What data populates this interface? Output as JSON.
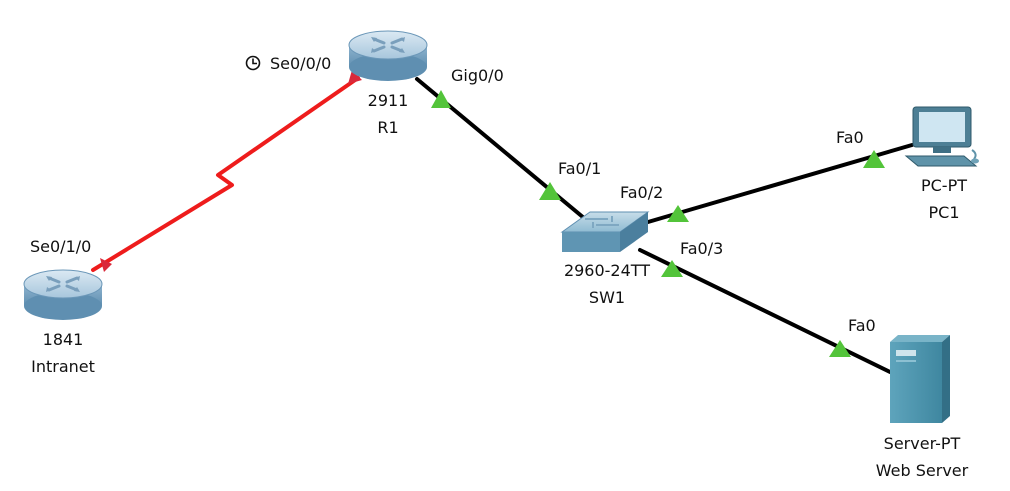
{
  "colors": {
    "ethernet_link": "#000000",
    "serial_link": "#ee1c1c",
    "link_up": "#53c43a",
    "serial_end": "#d9293a",
    "router_body": "#7ea9c6",
    "switch_body": "#6fa2bd",
    "server_body": "#4a8fa8"
  },
  "devices": {
    "r1": {
      "model": "2911",
      "name": "R1",
      "icon": "router-icon"
    },
    "intranet": {
      "model": "1841",
      "name": "Intranet",
      "icon": "router-icon"
    },
    "sw1": {
      "model": "2960-24TT",
      "name": "SW1",
      "icon": "switch-icon"
    },
    "pc1": {
      "model": "PC-PT",
      "name": "PC1",
      "icon": "pc-icon"
    },
    "web_server": {
      "model": "Server-PT",
      "name": "Web Server",
      "icon": "server-icon"
    }
  },
  "interfaces": {
    "r1_serial": "Se0/0/0",
    "r1_gig": "Gig0/0",
    "intranet_serial": "Se0/1/0",
    "sw1_fa01": "Fa0/1",
    "sw1_fa02": "Fa0/2",
    "sw1_fa03": "Fa0/3",
    "pc1_fa0": "Fa0",
    "server_fa0": "Fa0"
  },
  "links": [
    {
      "from": "Intranet",
      "to": "R1",
      "type": "serial-dce",
      "clock_icon": "clock-icon"
    },
    {
      "from": "R1",
      "to": "SW1",
      "type": "ethernet"
    },
    {
      "from": "SW1",
      "to": "PC1",
      "type": "ethernet"
    },
    {
      "from": "SW1",
      "to": "Web Server",
      "type": "ethernet"
    }
  ]
}
